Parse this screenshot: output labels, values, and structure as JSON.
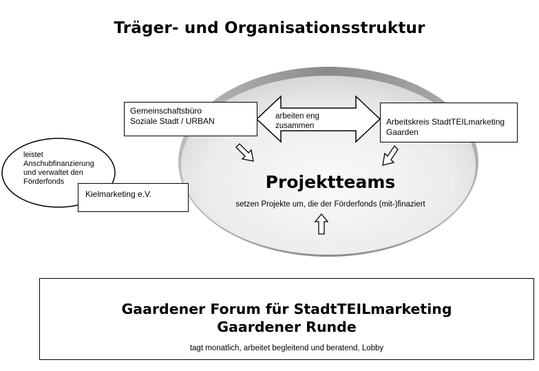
{
  "title": "Träger- und Organisationsstruktur",
  "boxes": {
    "gemeinschaftsbuero": {
      "line1": "Gemeinschaftsbüro",
      "line2": "Soziale Stadt / URBAN"
    },
    "arbeitskreis": {
      "line1": "Arbeitskreis StadtTEILmarketing",
      "line2": "Gaarden"
    },
    "kielmarketing": {
      "label": "Kielmarketing e.V."
    }
  },
  "double_arrow_label": {
    "line1": "arbeiten eng",
    "line2": "zusammen"
  },
  "bubble": {
    "line1": "leistet",
    "line2": "Anschubfinanzierung",
    "line3": "und verwaltet den",
    "line4": "Förderfonds"
  },
  "projektteams": {
    "title": "Projektteams",
    "subtitle": "setzen Projekte um, die der Förderfonds (mit-)finaziert"
  },
  "forum": {
    "line1": "Gaardener Forum für StadtTEILmarketing",
    "line2": "Gaardener Runde",
    "subtitle": "tagt monatlich, arbeitet begleitend und beratend, Lobby"
  },
  "colors": {
    "ellipse_fill": "#e6e6e6",
    "ellipse_rim": "#8c8c8c",
    "stroke": "#000000"
  }
}
